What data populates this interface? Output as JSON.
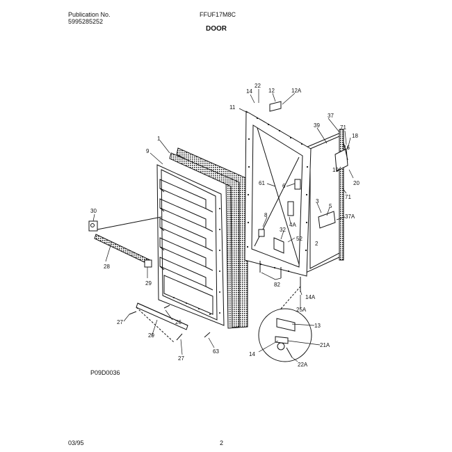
{
  "header": {
    "publication_label": "Publication No.",
    "publication_number": "5995285252",
    "model": "FFUF17M8C",
    "section_title": "DOOR"
  },
  "footer": {
    "drawing_code": "P09D0036",
    "date": "03/95",
    "page_number": "2"
  },
  "callouts": {
    "c14_top": "14",
    "c22": "22",
    "c12": "12",
    "c12A": "12A",
    "c11": "11",
    "c37": "37",
    "c39": "39",
    "c71_top": "71",
    "c18": "18",
    "c16": "16",
    "c19": "19",
    "c20": "20",
    "c71_bot": "71",
    "c61": "61",
    "c6": "6",
    "c3": "3",
    "c5": "5",
    "c8": "8",
    "c37A": "37A",
    "c4A": "4A",
    "c32": "32",
    "c52": "52",
    "c2": "2",
    "c82": "82",
    "c14A": "14A",
    "c25A": "25A",
    "c13": "13",
    "c21A": "21A",
    "c14_bot": "14",
    "c22A": "22A",
    "c1": "1",
    "c9": "9",
    "c30": "30",
    "c28": "28",
    "c29_mid": "29",
    "c27_left": "27",
    "c26": "26",
    "c29_low": "29",
    "c27_bot": "27",
    "c63": "63"
  }
}
